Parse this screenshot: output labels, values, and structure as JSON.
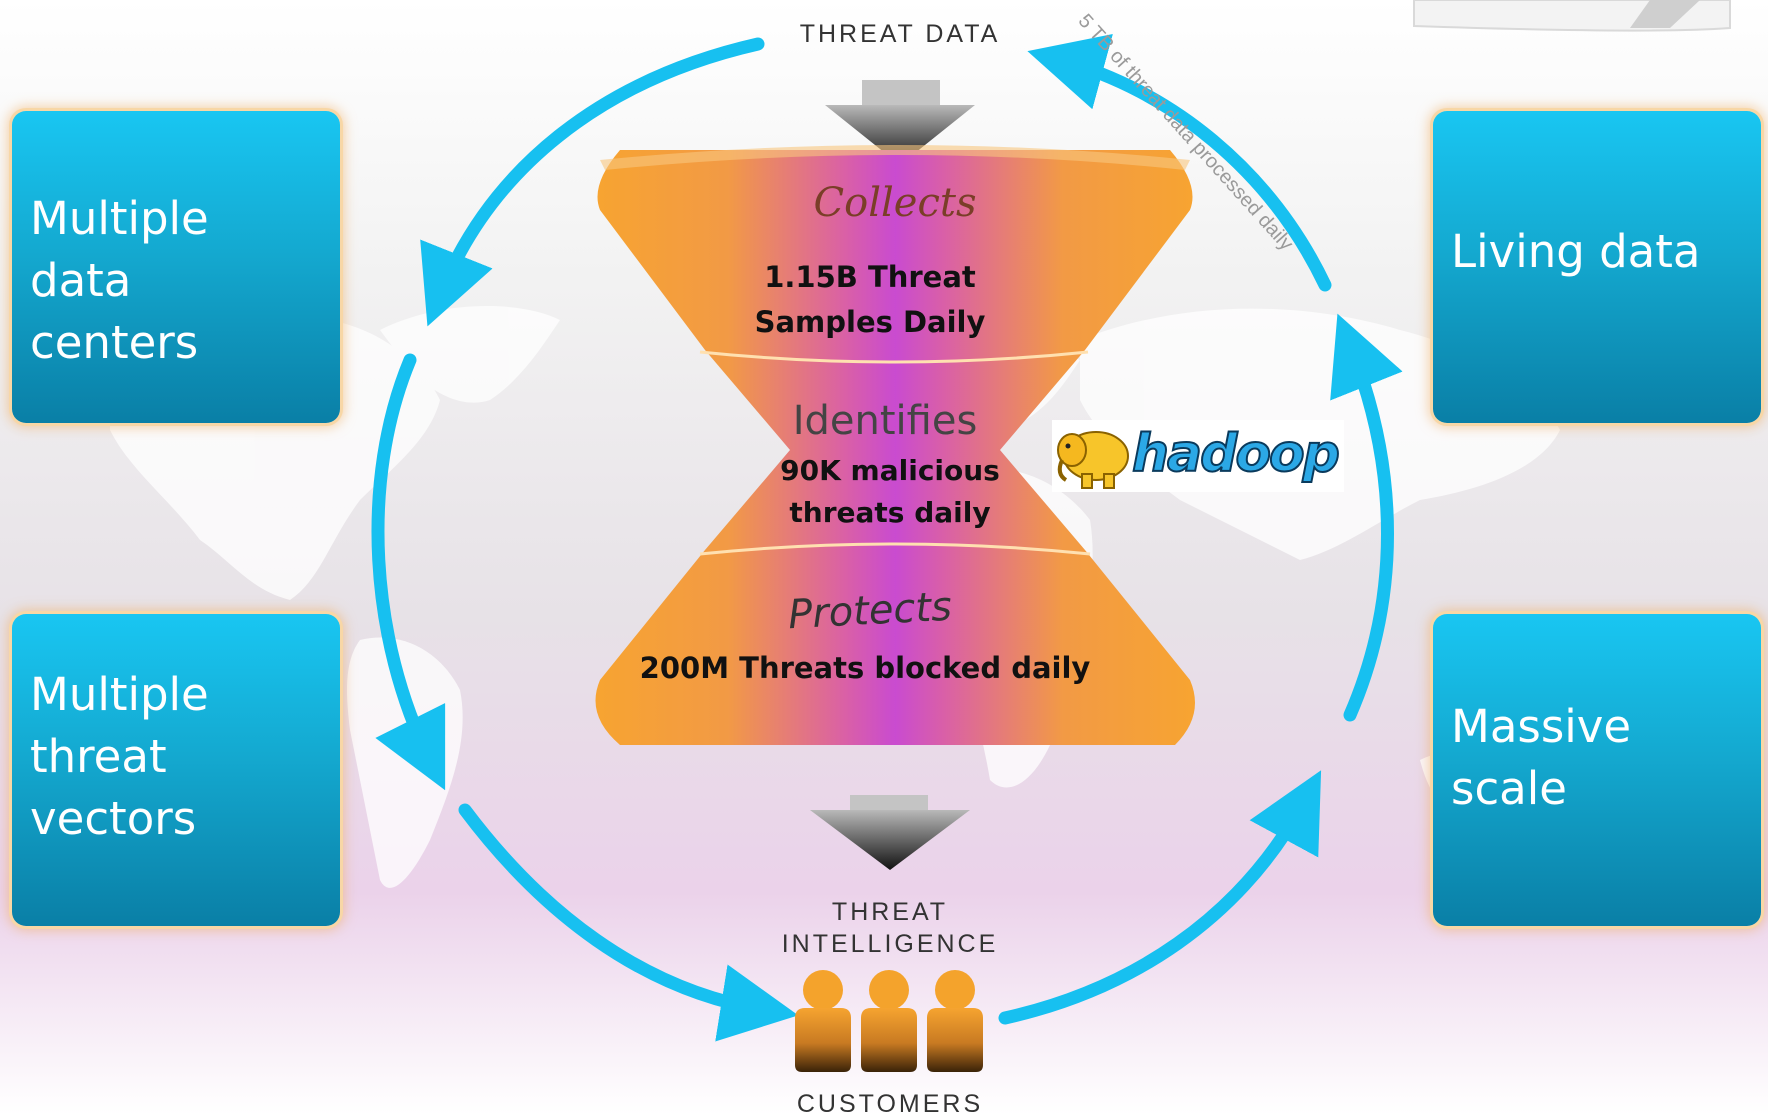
{
  "flow": {
    "top_label": "THREAT DATA",
    "bottom_label_line1": "THREAT",
    "bottom_label_line2": "INTELLIGENCE",
    "customers_label": "CUSTOMERS",
    "arc_label": "5 TB of threat data processed daily"
  },
  "hourglass": {
    "collects_title": "Collects",
    "collects_stat_line1": "1.15B Threat",
    "collects_stat_line2": "Samples Daily",
    "identifies_title": "Identifies",
    "identifies_stat_line1": "90K malicious",
    "identifies_stat_line2": "threats daily",
    "protects_title": "Protects",
    "protects_stat": "200M Threats blocked daily"
  },
  "boxes": {
    "top_left": [
      "Multiple data",
      "centers"
    ],
    "bottom_left": [
      "Multiple",
      "threat",
      "vectors"
    ],
    "top_right": [
      "Living data"
    ],
    "bottom_right": [
      "Massive",
      "scale"
    ]
  },
  "logo": {
    "text": "hadoop"
  },
  "colors": {
    "arrow": "#17c0f0",
    "box": "#14a9d0",
    "hourglass_orange": "#f7a431",
    "hourglass_magenta": "#cc44cc",
    "customer_icon": "#f4a32c"
  }
}
